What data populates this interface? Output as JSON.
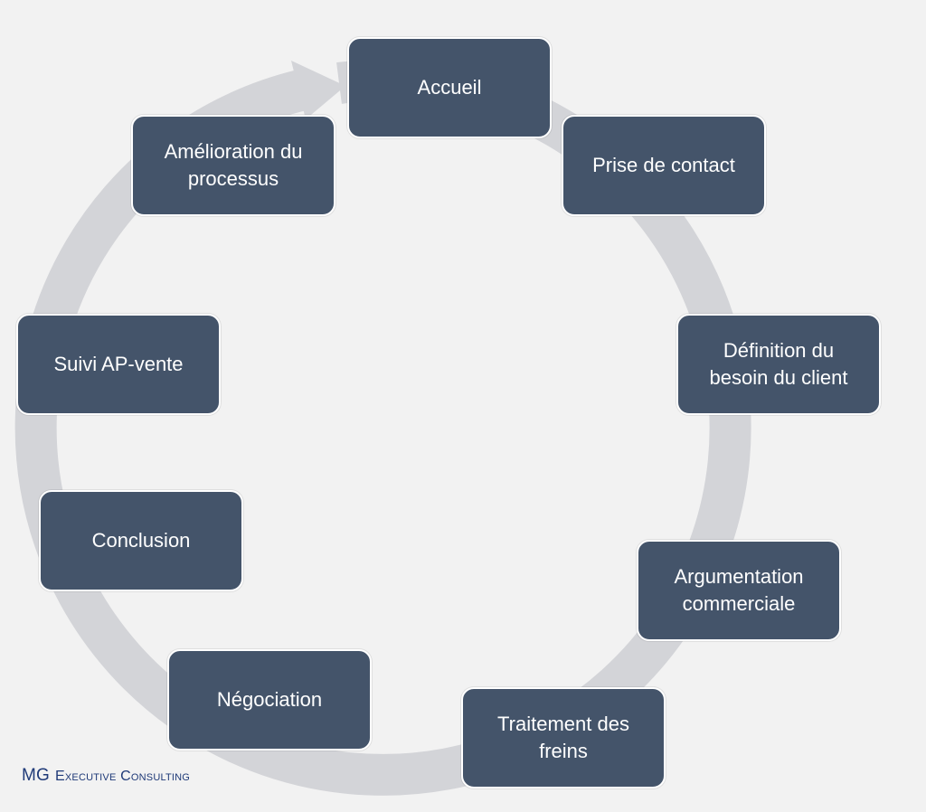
{
  "diagram": {
    "colors": {
      "background": "#f2f2f2",
      "box_fill": "#44546a",
      "box_text": "#ffffff",
      "arrow": "#d3d4d8",
      "brand": "#1f3a78"
    },
    "steps": [
      {
        "label": "Accueil"
      },
      {
        "label": "Prise de contact"
      },
      {
        "label": "Définition du\nbesoin du client"
      },
      {
        "label": "Argumentation\ncommerciale"
      },
      {
        "label": "Traitement des\nfreins"
      },
      {
        "label": "Négociation"
      },
      {
        "label": "Conclusion"
      },
      {
        "label": "Suivi AP-vente"
      },
      {
        "label": "Amélioration du\nprocessus"
      }
    ]
  },
  "brand": {
    "initials": "MG",
    "name": "Executive Consulting"
  }
}
